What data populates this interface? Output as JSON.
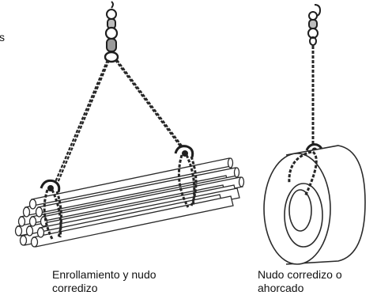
{
  "edge_fragment": "s",
  "left_figure": {
    "caption_line1": "Enrollamiento y nudo",
    "caption_line2": "corredizo"
  },
  "right_figure": {
    "caption_line1": "Nudo corredizo o",
    "caption_line2": "ahorcado"
  },
  "colors": {
    "chain": "#2a2a2a",
    "outline": "#1e1e1e",
    "background": "#ffffff",
    "metal_light": "#cfcfcf"
  }
}
